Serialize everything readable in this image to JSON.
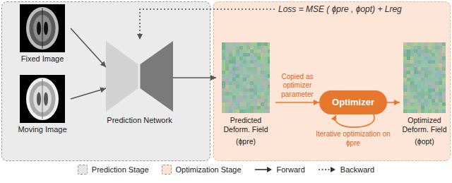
{
  "diagram": {
    "nodes": [
      {
        "text": [
          "Fixed Image"
        ]
      },
      {
        "text": [
          "Moving Image"
        ]
      },
      {
        "text": [
          "Prediction Network"
        ]
      },
      {
        "text": [
          "Predicted Deform. Field",
          "(ϕpre)"
        ]
      },
      {
        "text": [
          "Optimizer"
        ]
      },
      {
        "text": [
          "Optimized Deform. Field",
          "(ϕopt)"
        ]
      }
    ],
    "edges": [
      {
        "from": 0,
        "to": 2,
        "arrow": "to"
      },
      {
        "from": 1,
        "to": 2,
        "arrow": "to"
      },
      {
        "from": 2,
        "to": 3,
        "arrow": "to"
      },
      {
        "from": 3,
        "to": 4,
        "arrow": "to",
        "label": "Copied as optimizer parameter"
      },
      {
        "from": 4,
        "to": 5,
        "arrow": "to"
      },
      {
        "from": 4,
        "to": 4,
        "arrow": "to",
        "label": "Iterative optimization on ϕpre"
      }
    ],
    "labels": [
      "Loss = MSE ( ϕpre , ϕopt) + Lreg"
    ],
    "legend": [
      {
        "text": "Prediction Stage",
        "color": "#e6e6e6"
      },
      {
        "text": "Optimization Stage",
        "color": "#fce3d4"
      },
      {
        "text": "Forward"
      },
      {
        "text": "Backward"
      }
    ]
  }
}
